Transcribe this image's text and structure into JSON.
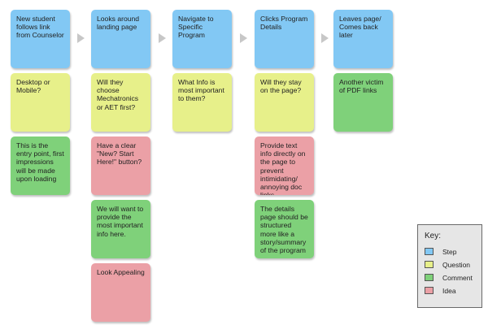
{
  "colors": {
    "step": "#82c8f4",
    "question": "#e7f08a",
    "comment": "#7fd17a",
    "idea": "#eba0a6",
    "arrow": "#c7c7c7"
  },
  "columns": [
    {
      "step": "New student follows link from Counselor",
      "notes": [
        {
          "type": "question",
          "text": "Desktop or Mobile?"
        },
        {
          "type": "comment",
          "text": "This is the entry point, first impressions will be made upon loading"
        }
      ]
    },
    {
      "step": "Looks around landing page",
      "notes": [
        {
          "type": "question",
          "text": "Will they choose Mechatronics or AET first?"
        },
        {
          "type": "idea",
          "text": "Have a clear \"New? Start Here!\" button?"
        },
        {
          "type": "comment",
          "text": "We will want to provide the most important info here."
        },
        {
          "type": "idea",
          "text": "Look Appealing"
        }
      ]
    },
    {
      "step": "Navigate to Specific Program",
      "notes": [
        {
          "type": "question",
          "text": "What Info is most important to them?"
        }
      ]
    },
    {
      "step": "Clicks Program Details",
      "notes": [
        {
          "type": "question",
          "text": "Will they stay on the page?"
        },
        {
          "type": "idea",
          "text": "Provide text info directly on the page to prevent intimidating/ annoying doc links"
        },
        {
          "type": "comment",
          "text": "The details page should be structured more like a story/summary of the program"
        }
      ]
    },
    {
      "step": "Leaves page/ Comes back later",
      "notes": [
        {
          "type": "comment",
          "text": "Another victim of PDF links"
        }
      ]
    }
  ],
  "key": {
    "title": "Key:",
    "items": [
      {
        "type": "step",
        "label": "Step"
      },
      {
        "type": "question",
        "label": "Question"
      },
      {
        "type": "comment",
        "label": "Comment"
      },
      {
        "type": "idea",
        "label": "Idea"
      }
    ]
  }
}
